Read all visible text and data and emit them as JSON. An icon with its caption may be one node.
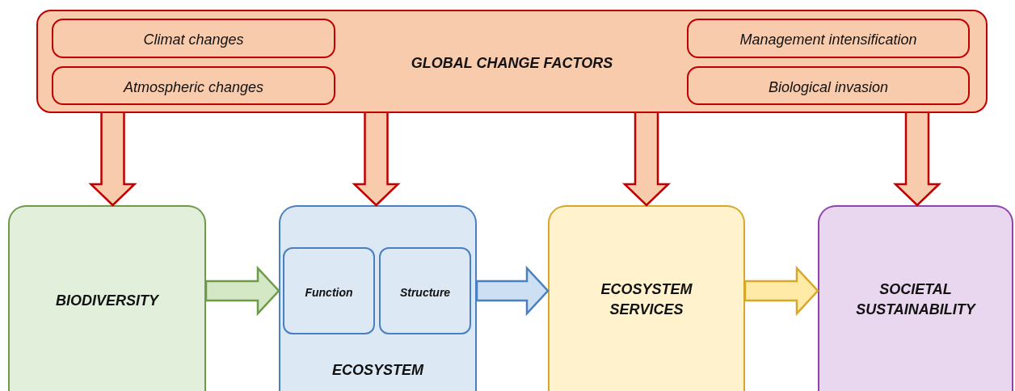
{
  "diagram": {
    "nodes": [
      {
        "text": [
          "GLOBAL CHANGE FACTORS"
        ]
      },
      {
        "text": [
          "Climat changes"
        ],
        "in": 0
      },
      {
        "text": [
          "Atmospheric changes"
        ],
        "in": 0
      },
      {
        "text": [
          "Management intensification"
        ],
        "in": 0
      },
      {
        "text": [
          "Biological invasion"
        ],
        "in": 0
      },
      {
        "text": [
          "BIODIVERSITY"
        ]
      },
      {
        "text": [
          "ECOSYSTEM"
        ]
      },
      {
        "text": [
          "Function"
        ],
        "in": 6
      },
      {
        "text": [
          "Structure"
        ],
        "in": 6
      },
      {
        "text": [
          "ECOSYSTEM SERVICES"
        ]
      },
      {
        "text": [
          "SOCIETAL SUSTAINABILITY"
        ]
      }
    ],
    "edges": [
      {
        "from": 0,
        "to": 5,
        "arrow": "to",
        "color": "#c00000"
      },
      {
        "from": 0,
        "to": 6,
        "arrow": "to",
        "color": "#c00000"
      },
      {
        "from": 0,
        "to": 9,
        "arrow": "to",
        "color": "#c00000"
      },
      {
        "from": 0,
        "to": 10,
        "arrow": "to",
        "color": "#c00000"
      },
      {
        "from": 5,
        "to": 6,
        "arrow": "to",
        "color": "#6f9a4a"
      },
      {
        "from": 6,
        "to": 9,
        "arrow": "to",
        "color": "#4a7fc0"
      },
      {
        "from": 9,
        "to": 10,
        "arrow": "to",
        "color": "#d6a82a"
      }
    ]
  }
}
